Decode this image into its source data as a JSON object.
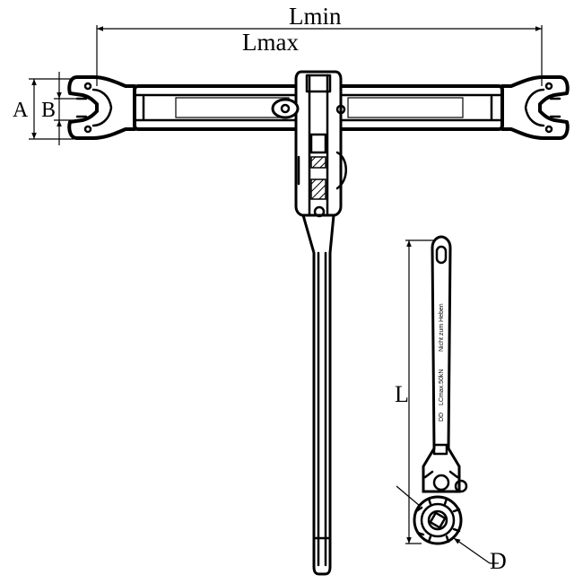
{
  "dimensions": {
    "lmin": "Lmin",
    "lmax": "Lmax",
    "a": "A",
    "b": "B",
    "l": "L",
    "d": "D"
  },
  "lever_markings": {
    "brand": "DD",
    "load": "LCmax.50kN",
    "warning": "Nicht zum Heben"
  }
}
